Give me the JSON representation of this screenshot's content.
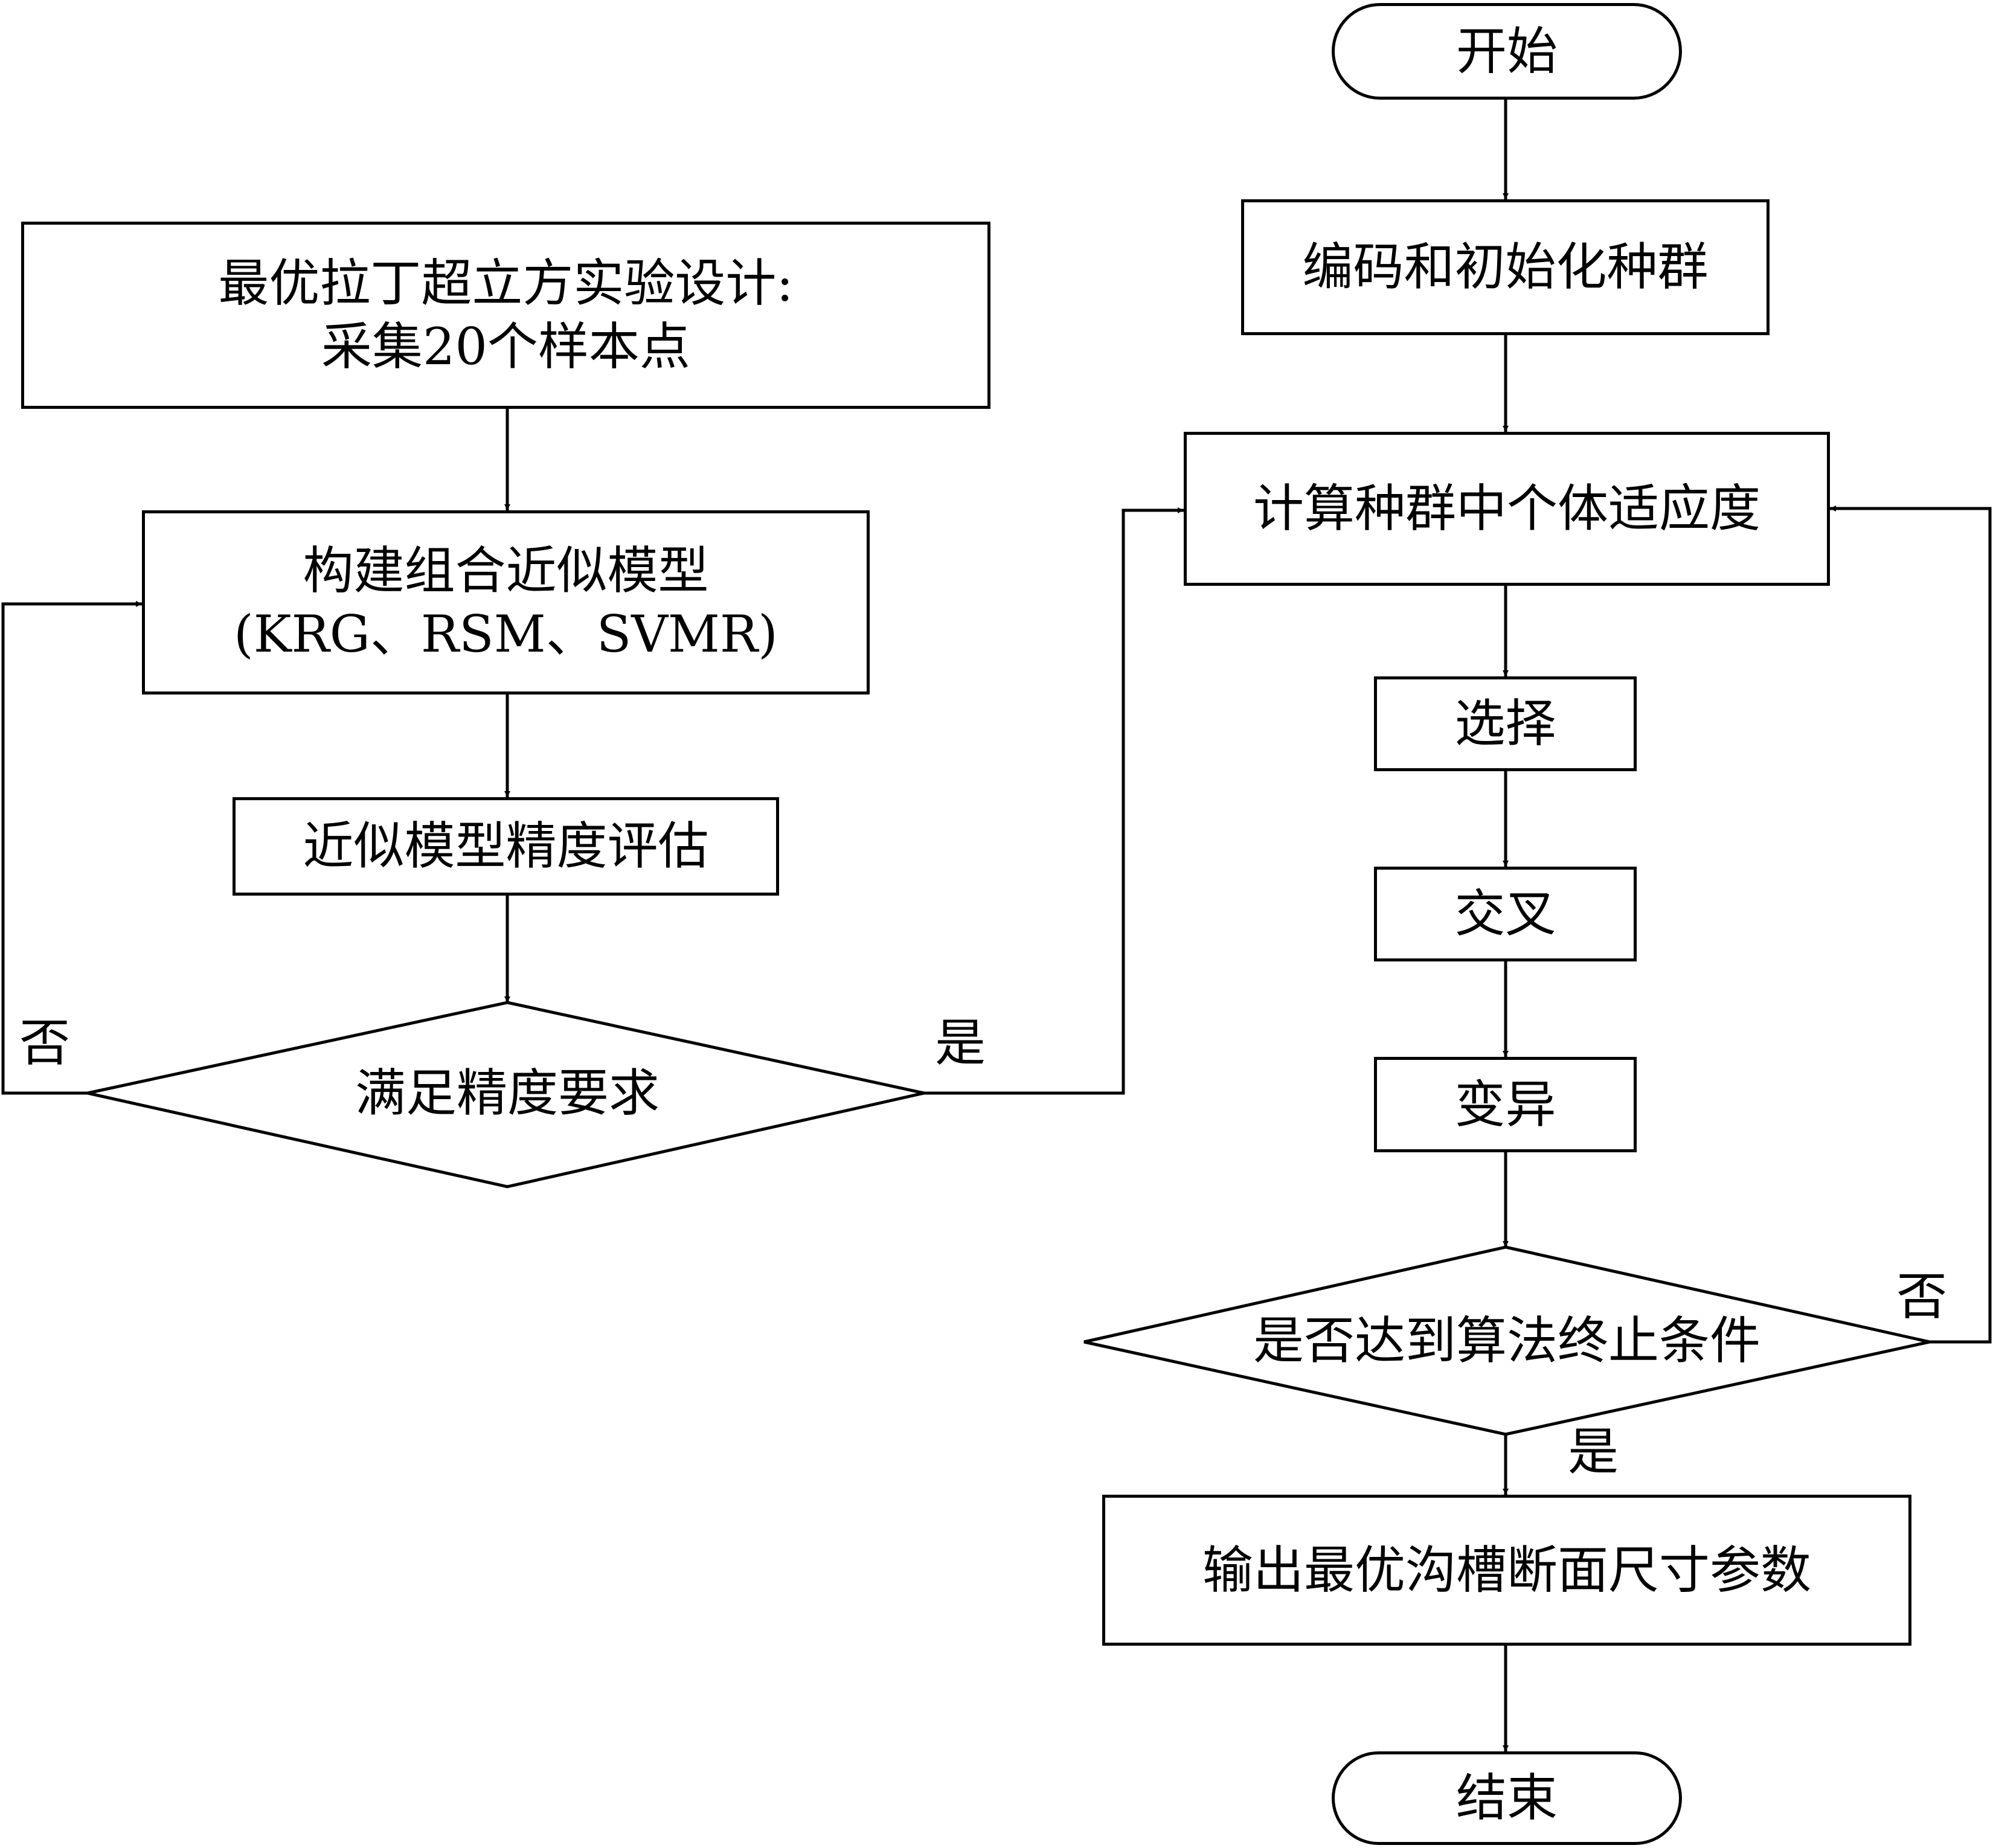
{
  "lhs": {
    "design": {
      "line1": "最优拉丁超立方实验设计:",
      "line2": "采集20个样本点"
    },
    "build": {
      "line1": "构建组合近似模型",
      "line2": "(KRG、RSM、SVMR)"
    },
    "evaluate": "近似模型精度评估",
    "check": "满足精度要求",
    "yes": "是",
    "no": "否"
  },
  "rhs": {
    "start": "开始",
    "init": "编码和初始化种群",
    "fitness": "计算种群中个体适应度",
    "select": "选择",
    "crossover": "交叉",
    "mutate": "变异",
    "check": "是否达到算法终止条件",
    "no": "否",
    "yes": "是",
    "output": "输出最优沟槽断面尺寸参数",
    "end": "结束"
  }
}
